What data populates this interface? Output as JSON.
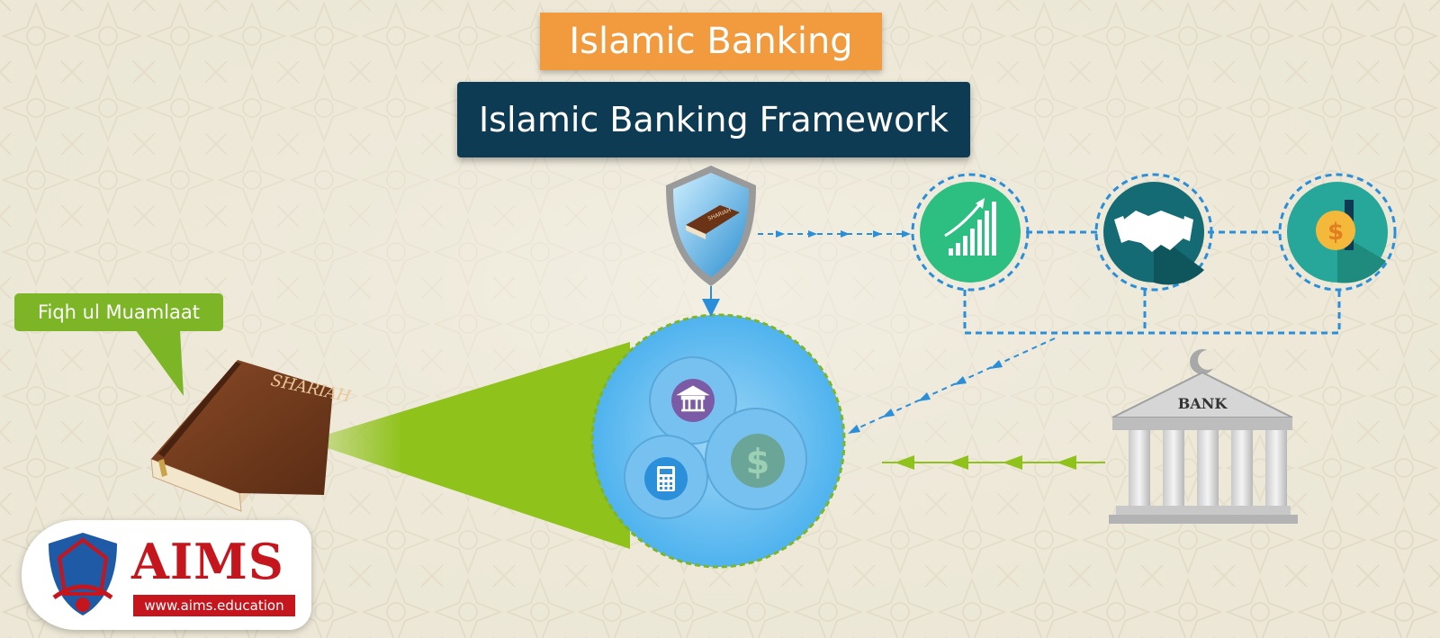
{
  "header": {
    "course_title": "Islamic Banking",
    "topic_title": "Islamic Banking Framework"
  },
  "callout": {
    "label": "Fiqh ul Muamlaat"
  },
  "book": {
    "cover_text": "SHARIAH"
  },
  "shield": {
    "book_text": "SHARIAH"
  },
  "bank": {
    "sign_text": "BANK"
  },
  "logo": {
    "name": "AIMS",
    "url": "www.aims.education"
  },
  "icons": {
    "growth": "bar-chart-growth-icon",
    "handshake": "handshake-icon",
    "money": "dollar-coin-icon",
    "gears": "gears-icon",
    "bank_gear": "bank-icon",
    "calculator_gear": "calculator-icon",
    "dollar_gear": "dollar-icon"
  },
  "colors": {
    "orange": "#f19a3e",
    "navy": "#0d3b53",
    "green": "#7cb526",
    "blue": "#2a8fd8",
    "teal_dark": "#146b73",
    "teal_mid": "#27a799",
    "green_circle": "#2dbe82",
    "red": "#c4161c"
  }
}
